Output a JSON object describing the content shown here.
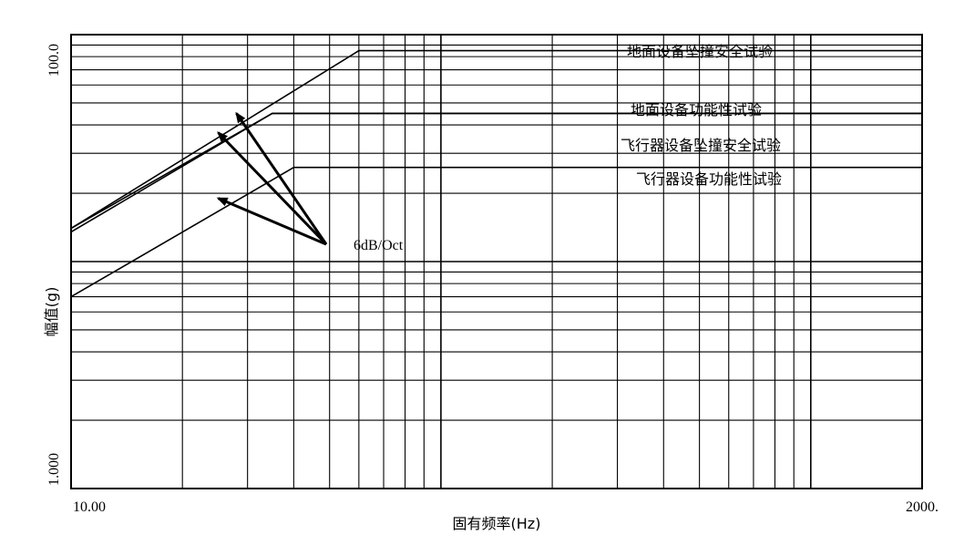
{
  "chart_data": {
    "type": "line",
    "x_scale": "log",
    "y_scale": "log",
    "xlim": [
      10,
      2000
    ],
    "ylim": [
      1,
      100
    ],
    "grid": true,
    "xlabel": "固有频率(Hz)",
    "ylabel": "幅值(g)",
    "x_tick_labels": [
      {
        "value": 10,
        "label": "10.00"
      },
      {
        "value": 2000,
        "label": "2000."
      }
    ],
    "y_tick_labels": [
      {
        "value": 100,
        "label": "100.0"
      },
      {
        "value": 1,
        "label": "1.000"
      }
    ],
    "series": [
      {
        "name": "地面设备坠撞安全试验",
        "x": [
          10,
          60,
          2000
        ],
        "y": [
          14,
          85,
          85
        ]
      },
      {
        "name": "地面设备功能性试验",
        "x": [
          10,
          35,
          2000
        ],
        "y": [
          14,
          45,
          45
        ]
      },
      {
        "name": "飞行器设备坠撞安全试验",
        "x": [
          10,
          35,
          2000
        ],
        "y": [
          13.5,
          45,
          45
        ]
      },
      {
        "name": "飞行器设备功能性试验",
        "x": [
          10,
          40,
          2000
        ],
        "y": [
          7,
          26,
          26
        ]
      }
    ],
    "annotations": [
      {
        "text": "6dB/Oct",
        "x": 34,
        "y": 17
      }
    ],
    "annotation_arrow_targets": [
      {
        "x": 28,
        "y": 45
      },
      {
        "x": 25,
        "y": 37
      },
      {
        "x": 25,
        "y": 19
      }
    ]
  }
}
